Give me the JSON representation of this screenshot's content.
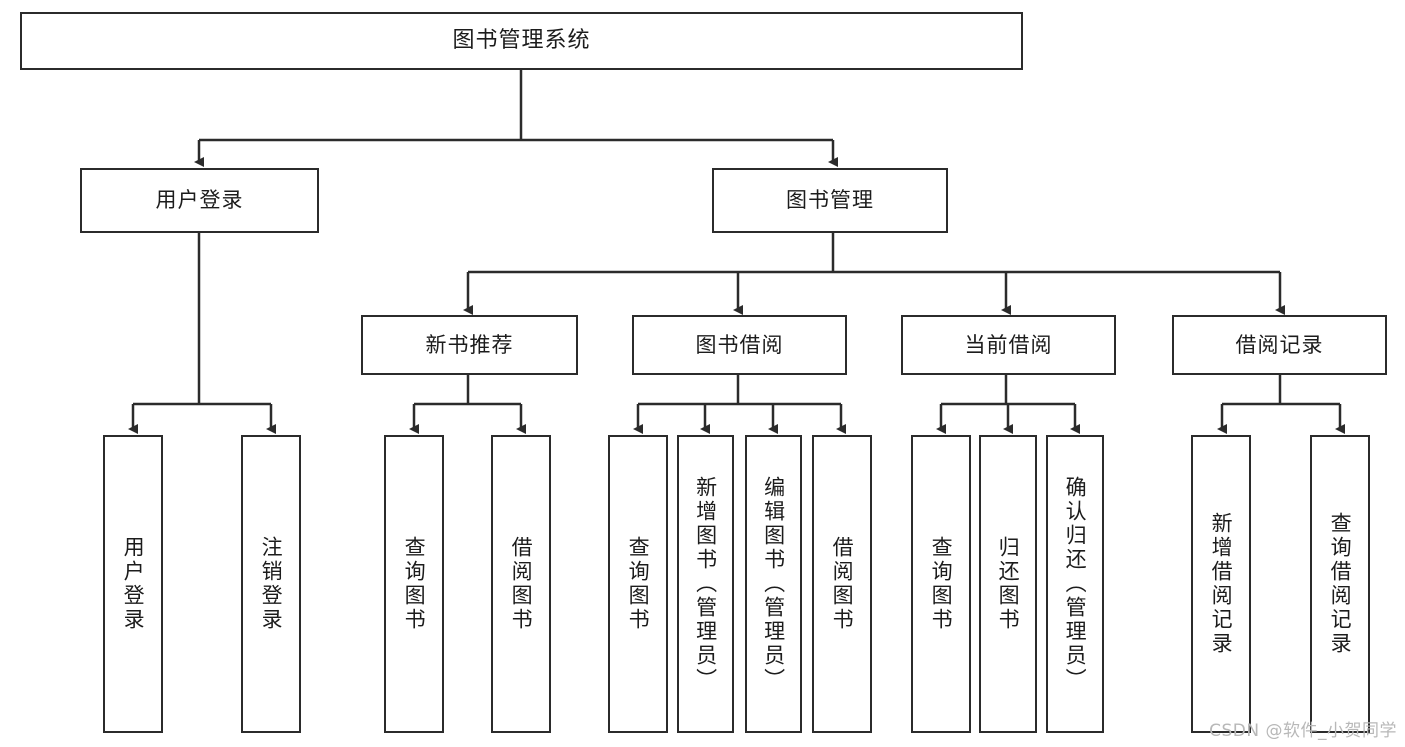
{
  "diagram": {
    "type": "tree-hierarchy-functional-decomposition",
    "root": {
      "id": "root",
      "label": "图书管理系统"
    },
    "level2": [
      {
        "id": "user-login",
        "label": "用户登录"
      },
      {
        "id": "book-management",
        "label": "图书管理"
      }
    ],
    "level3": [
      {
        "id": "new-book-recommend",
        "label": "新书推荐",
        "parent": "book-management"
      },
      {
        "id": "book-borrow",
        "label": "图书借阅",
        "parent": "book-management"
      },
      {
        "id": "current-borrow",
        "label": "当前借阅",
        "parent": "book-management"
      },
      {
        "id": "borrow-record",
        "label": "借阅记录",
        "parent": "book-management"
      }
    ],
    "leaves": [
      {
        "id": "leaf-user-login",
        "label": "用户登录",
        "parent": "user-login"
      },
      {
        "id": "leaf-logout-login",
        "label": "注销登录",
        "parent": "user-login"
      },
      {
        "id": "leaf-query-book-1",
        "label": "查询图书",
        "parent": "new-book-recommend"
      },
      {
        "id": "leaf-borrow-book-1",
        "label": "借阅图书",
        "parent": "new-book-recommend"
      },
      {
        "id": "leaf-query-book-2",
        "label": "查询图书",
        "parent": "book-borrow"
      },
      {
        "id": "leaf-add-book",
        "label": "新增图书（管理员）",
        "parent": "book-borrow"
      },
      {
        "id": "leaf-edit-book",
        "label": "编辑图书（管理员）",
        "parent": "book-borrow"
      },
      {
        "id": "leaf-borrow-book-2",
        "label": "借阅图书",
        "parent": "book-borrow"
      },
      {
        "id": "leaf-query-book-3",
        "label": "查询图书",
        "parent": "current-borrow"
      },
      {
        "id": "leaf-return-book",
        "label": "归还图书",
        "parent": "current-borrow"
      },
      {
        "id": "leaf-confirm-return",
        "label": "确认归还（管理员）",
        "parent": "current-borrow"
      },
      {
        "id": "leaf-add-record",
        "label": "新增借阅记录",
        "parent": "borrow-record"
      },
      {
        "id": "leaf-query-record",
        "label": "查询借阅记录",
        "parent": "borrow-record"
      }
    ]
  },
  "watermark": {
    "text": "CSDN @软件_小贺同学"
  },
  "colors": {
    "box_border": "#2b2b2b",
    "box_fill": "#ffffff",
    "text": "#1c1c1c",
    "edge": "#2b2b2b",
    "watermark": "#b8b8b8",
    "background": "#ffffff"
  }
}
